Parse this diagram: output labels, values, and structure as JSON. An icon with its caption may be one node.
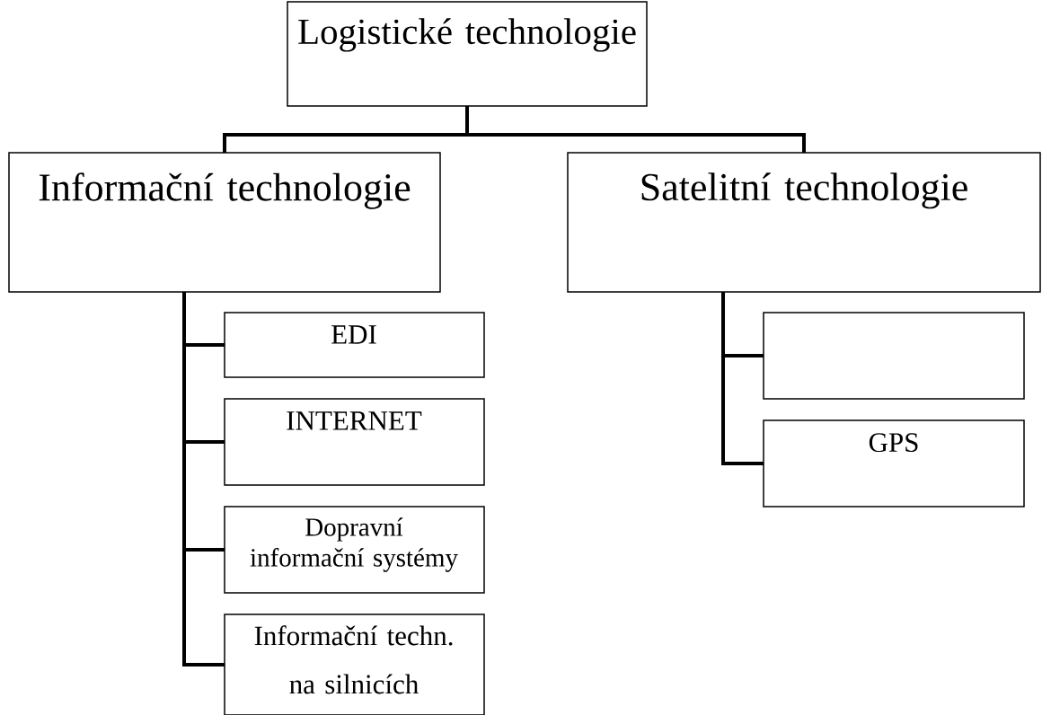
{
  "diagram": {
    "nodes": [
      {
        "text": [
          "Logistické technologie"
        ]
      },
      {
        "text": [
          "Informační technologie"
        ]
      },
      {
        "text": [
          "Satelitní technologie"
        ]
      },
      {
        "text": [
          "EDI"
        ]
      },
      {
        "text": [
          "INTERNET"
        ]
      },
      {
        "text": [
          "Dopravní informační systémy"
        ]
      },
      {
        "text": [
          "Informační techn. na silnicích"
        ]
      },
      {
        "text": [],
        "shape": "box"
      },
      {
        "text": [
          "GPS"
        ]
      }
    ],
    "edges": [
      {
        "from": 0,
        "to": 1,
        "arrow": "none"
      },
      {
        "from": 0,
        "to": 2,
        "arrow": "none"
      },
      {
        "from": 1,
        "to": 3,
        "arrow": "none"
      },
      {
        "from": 1,
        "to": 4,
        "arrow": "none"
      },
      {
        "from": 1,
        "to": 5,
        "arrow": "none"
      },
      {
        "from": 1,
        "to": 6,
        "arrow": "none"
      },
      {
        "from": 2,
        "to": 7,
        "arrow": "none"
      },
      {
        "from": 2,
        "to": 8,
        "arrow": "none"
      }
    ]
  }
}
